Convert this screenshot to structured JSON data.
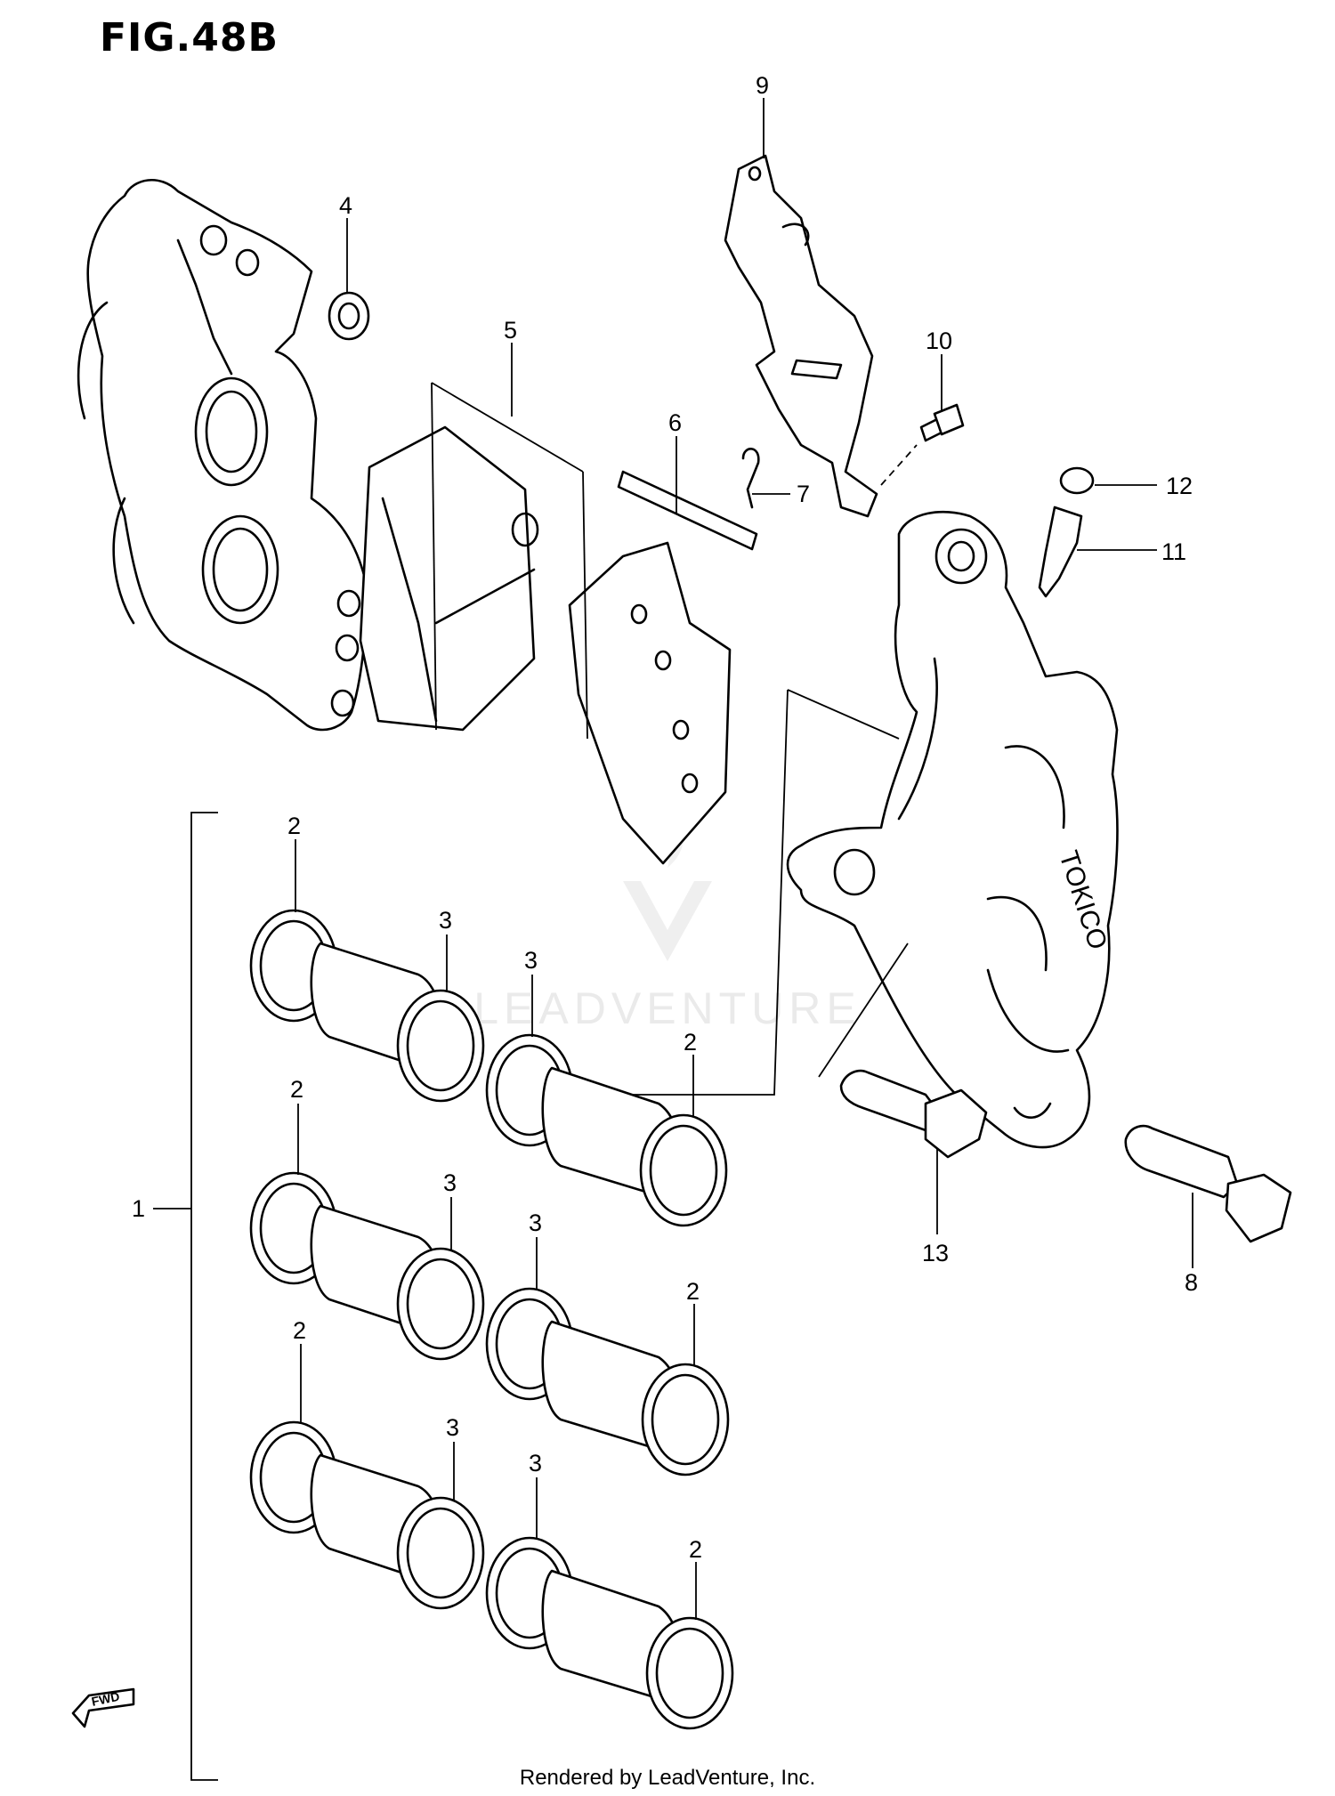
{
  "figure_title": "FIG.48B",
  "watermark_text": "LEADVENTURE",
  "footer_credit": "Rendered by LeadVenture, Inc.",
  "caliper_brand": "TOKICO",
  "direction_marker": "FWD",
  "callouts": [
    {
      "id": "c1",
      "label": "1"
    },
    {
      "id": "c2a",
      "label": "2"
    },
    {
      "id": "c2b",
      "label": "2"
    },
    {
      "id": "c2c",
      "label": "2"
    },
    {
      "id": "c2d",
      "label": "2"
    },
    {
      "id": "c2e",
      "label": "2"
    },
    {
      "id": "c2f",
      "label": "2"
    },
    {
      "id": "c3a",
      "label": "3"
    },
    {
      "id": "c3b",
      "label": "3"
    },
    {
      "id": "c3c",
      "label": "3"
    },
    {
      "id": "c3d",
      "label": "3"
    },
    {
      "id": "c3e",
      "label": "3"
    },
    {
      "id": "c3f",
      "label": "3"
    },
    {
      "id": "c4",
      "label": "4"
    },
    {
      "id": "c5",
      "label": "5"
    },
    {
      "id": "c6",
      "label": "6"
    },
    {
      "id": "c7",
      "label": "7"
    },
    {
      "id": "c8",
      "label": "8"
    },
    {
      "id": "c9",
      "label": "9"
    },
    {
      "id": "c10",
      "label": "10"
    },
    {
      "id": "c11",
      "label": "11"
    },
    {
      "id": "c12",
      "label": "12"
    },
    {
      "id": "c13",
      "label": "13"
    }
  ]
}
